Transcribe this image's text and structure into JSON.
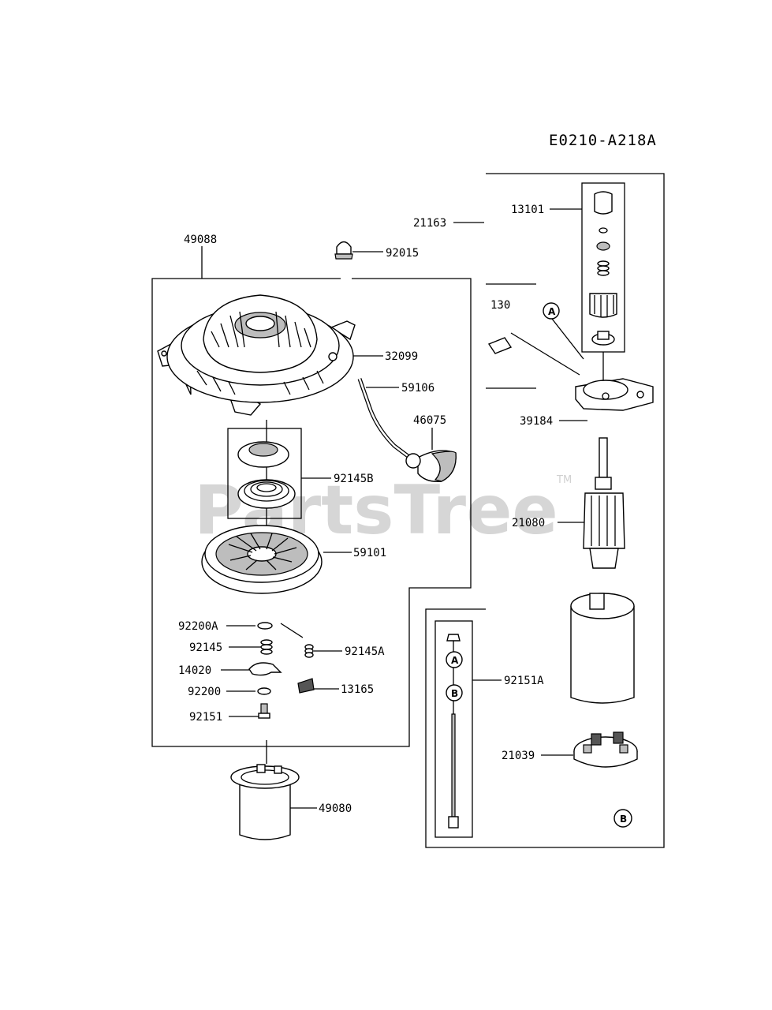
{
  "diagram_code": "E0210-A218A",
  "watermark": "PartsTree",
  "watermark_tm": "TM",
  "callouts": {
    "a": "A",
    "b": "B"
  },
  "parts": {
    "p13101": "13101",
    "p21163": "21163",
    "p49088": "49088",
    "p92015": "92015",
    "p130": "130",
    "p32099": "32099",
    "p59106": "59106",
    "p39184": "39184",
    "p46075": "46075",
    "p92145B": "92145B",
    "p21080": "21080",
    "p59101": "59101",
    "p92200A": "92200A",
    "p92145A": "92145A",
    "p92145": "92145",
    "p14020": "14020",
    "p13165": "13165",
    "p92200": "92200",
    "p92151A": "92151A",
    "p92151": "92151",
    "p21039": "21039",
    "p49080": "49080"
  }
}
